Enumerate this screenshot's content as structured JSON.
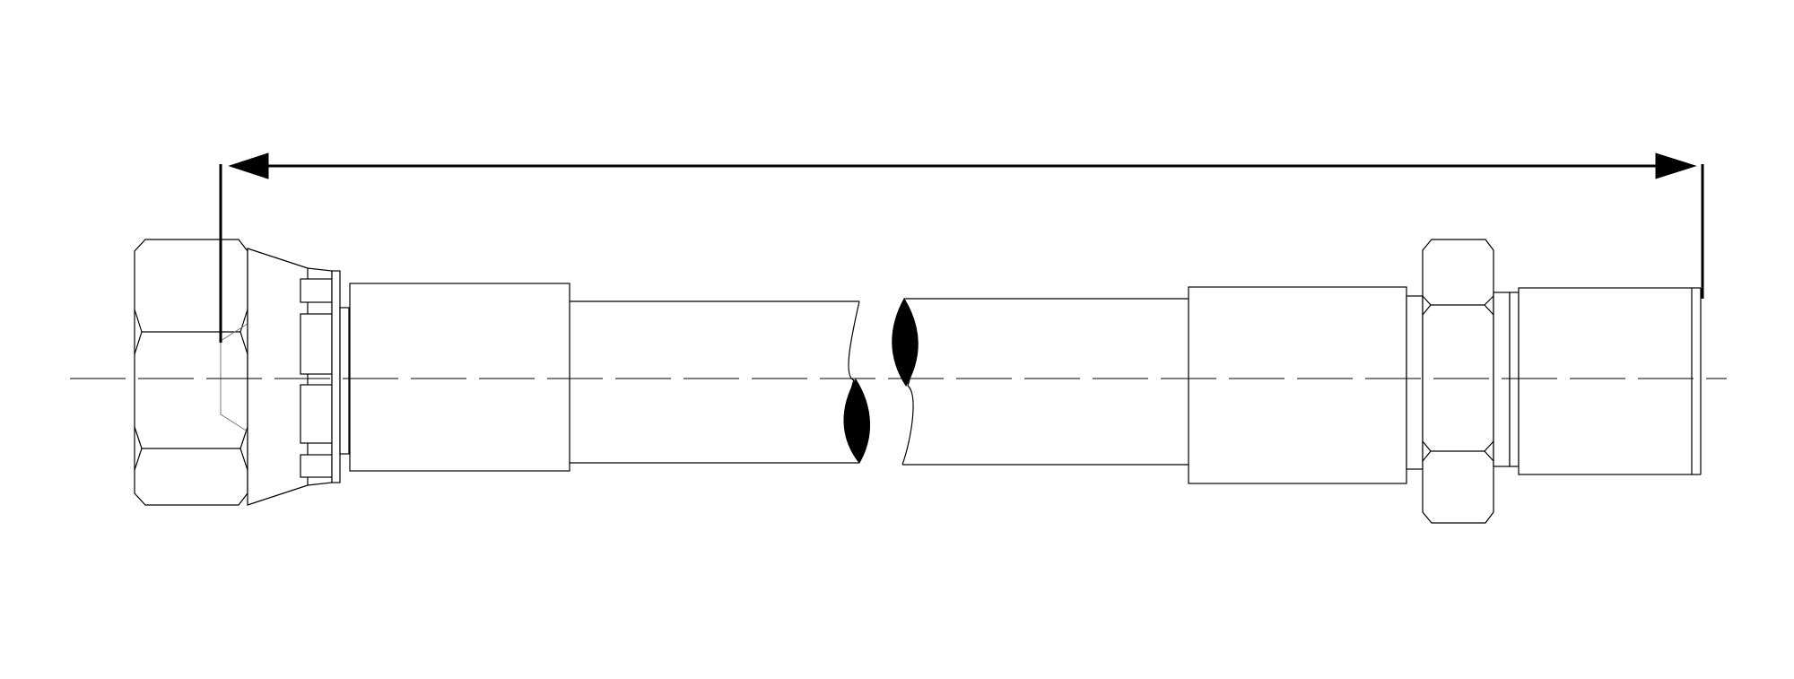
{
  "drawing": {
    "subject": "flexible-hose-assembly",
    "line_color": "#000000",
    "background_color": "#ffffff",
    "dimension": {
      "type": "overall-length",
      "arrow_style": "filled-triangle",
      "label": ""
    },
    "break_marks": "filled-lens",
    "centerline": "dash"
  }
}
